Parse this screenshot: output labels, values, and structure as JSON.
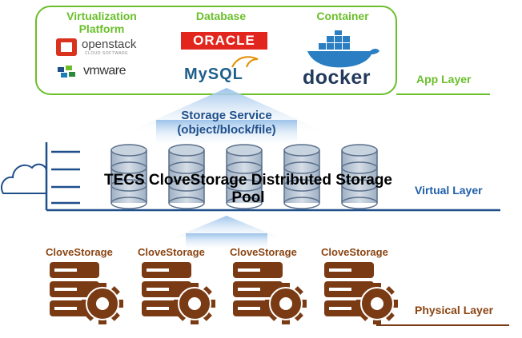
{
  "app_layer": {
    "label": "App Layer",
    "categories": [
      {
        "title": "Virtualization Platform",
        "logos": [
          {
            "name": "openstack",
            "text": "openstack",
            "subtext": "CLOUD SOFTWARE"
          },
          {
            "name": "vmware",
            "text": "vmware"
          }
        ]
      },
      {
        "title": "Database",
        "logos": [
          {
            "name": "oracle",
            "text": "ORACLE"
          },
          {
            "name": "mysql",
            "text": "MySQL"
          }
        ]
      },
      {
        "title": "Container",
        "logos": [
          {
            "name": "docker",
            "text": "docker"
          }
        ]
      }
    ]
  },
  "storage_service": {
    "line1": "Storage Service",
    "line2": "(object/block/file)"
  },
  "virtual_layer": {
    "label": "Virtual Layer",
    "pool_title_line1": "TECS CloveStorage Distributed Storage",
    "pool_title_line2": "Pool",
    "database_count": 5
  },
  "physical_layer": {
    "label": "Physical Layer",
    "nodes": [
      "CloveStorage",
      "CloveStorage",
      "CloveStorage",
      "CloveStorage"
    ]
  },
  "colors": {
    "green": "#6abf2a",
    "blue": "#1f5fa8",
    "brown": "#8b4513",
    "dark_brown": "#7a3b14",
    "db_fill": "#b9c6d6",
    "db_stroke": "#5a6f8a"
  }
}
